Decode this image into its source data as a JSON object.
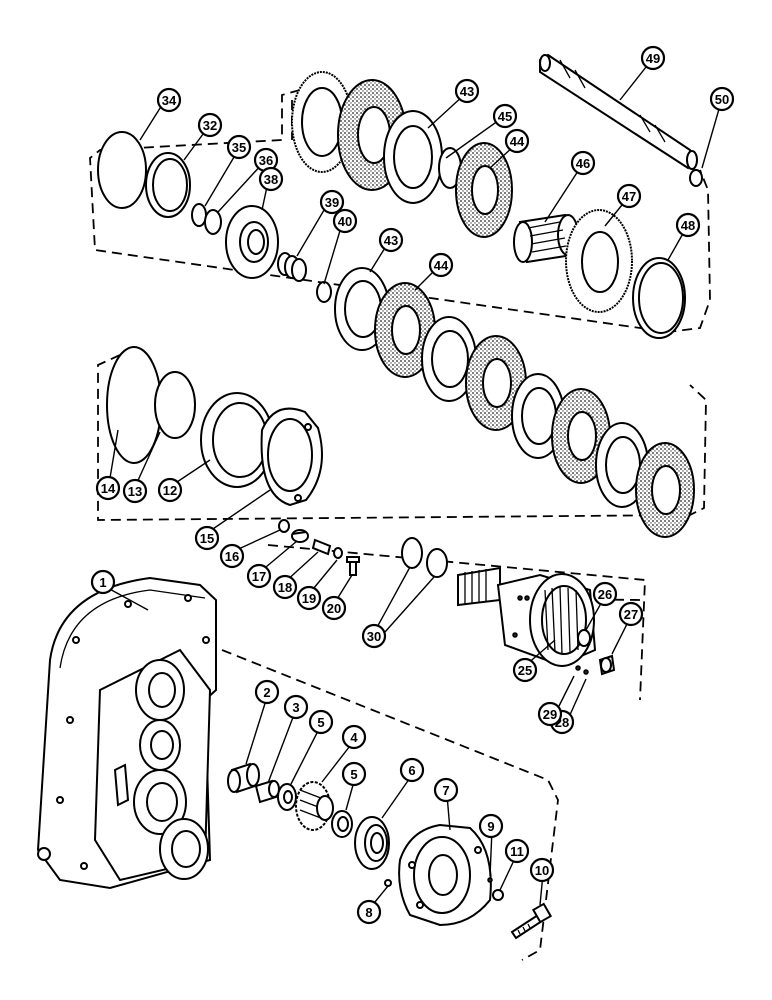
{
  "diagram": {
    "callouts": [
      {
        "id": "c34",
        "label": "34"
      },
      {
        "id": "c32",
        "label": "32"
      },
      {
        "id": "c35",
        "label": "35"
      },
      {
        "id": "c36",
        "label": "36"
      },
      {
        "id": "c38",
        "label": "38"
      },
      {
        "id": "c39",
        "label": "39"
      },
      {
        "id": "c40",
        "label": "40"
      },
      {
        "id": "c43a",
        "label": "43"
      },
      {
        "id": "c43b",
        "label": "43"
      },
      {
        "id": "c44a",
        "label": "44"
      },
      {
        "id": "c44b",
        "label": "44"
      },
      {
        "id": "c45",
        "label": "45"
      },
      {
        "id": "c46",
        "label": "46"
      },
      {
        "id": "c47",
        "label": "47"
      },
      {
        "id": "c48",
        "label": "48"
      },
      {
        "id": "c49",
        "label": "49"
      },
      {
        "id": "c50",
        "label": "50"
      },
      {
        "id": "c14",
        "label": "14"
      },
      {
        "id": "c13",
        "label": "13"
      },
      {
        "id": "c12",
        "label": "12"
      },
      {
        "id": "c15",
        "label": "15"
      },
      {
        "id": "c16",
        "label": "16"
      },
      {
        "id": "c17",
        "label": "17"
      },
      {
        "id": "c18",
        "label": "18"
      },
      {
        "id": "c19",
        "label": "19"
      },
      {
        "id": "c20",
        "label": "20"
      },
      {
        "id": "c30",
        "label": "30"
      },
      {
        "id": "c25",
        "label": "25"
      },
      {
        "id": "c26",
        "label": "26"
      },
      {
        "id": "c27",
        "label": "27"
      },
      {
        "id": "c28",
        "label": "28"
      },
      {
        "id": "c29",
        "label": "29"
      },
      {
        "id": "c1",
        "label": "1"
      },
      {
        "id": "c2",
        "label": "2"
      },
      {
        "id": "c3",
        "label": "3"
      },
      {
        "id": "c4",
        "label": "4"
      },
      {
        "id": "c5a",
        "label": "5"
      },
      {
        "id": "c5b",
        "label": "5"
      },
      {
        "id": "c6",
        "label": "6"
      },
      {
        "id": "c7",
        "label": "7"
      },
      {
        "id": "c8",
        "label": "8"
      },
      {
        "id": "c9",
        "label": "9"
      },
      {
        "id": "c10",
        "label": "10"
      },
      {
        "id": "c11",
        "label": "11"
      }
    ]
  }
}
